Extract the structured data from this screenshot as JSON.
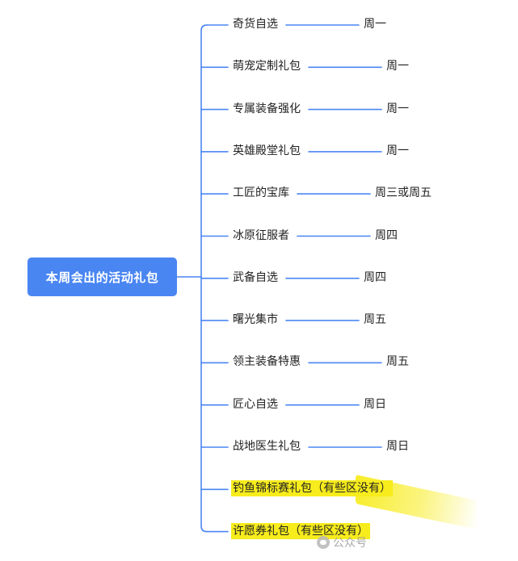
{
  "root": {
    "label": "本周会出的活动礼包"
  },
  "colors": {
    "node": "#4a86f2",
    "connector": "#4a86f2",
    "highlight": "#f7ec1c"
  },
  "branches": [
    {
      "label": "奇货自选",
      "day": "周一",
      "highlighted": false
    },
    {
      "label": "萌宠定制礼包",
      "day": "周一",
      "highlighted": false
    },
    {
      "label": "专属装备强化",
      "day": "周一",
      "highlighted": false
    },
    {
      "label": "英雄殿堂礼包",
      "day": "周一",
      "highlighted": false
    },
    {
      "label": "工匠的宝库",
      "day": "周三或周五",
      "highlighted": false
    },
    {
      "label": "冰原征服者",
      "day": "周四",
      "highlighted": false
    },
    {
      "label": "武备自选",
      "day": "周四",
      "highlighted": false
    },
    {
      "label": "曙光集市",
      "day": "周五",
      "highlighted": false
    },
    {
      "label": "领主装备特惠",
      "day": "周五",
      "highlighted": false
    },
    {
      "label": "匠心自选",
      "day": "周日",
      "highlighted": false
    },
    {
      "label": "战地医生礼包",
      "day": "周日",
      "highlighted": false
    },
    {
      "label": "钓鱼锦标赛礼包（有些区没有）",
      "day": "",
      "highlighted": true
    },
    {
      "label": "许愿券礼包（有些区没有）",
      "day": "",
      "highlighted": true
    }
  ],
  "watermark": {
    "text": "公众号"
  }
}
